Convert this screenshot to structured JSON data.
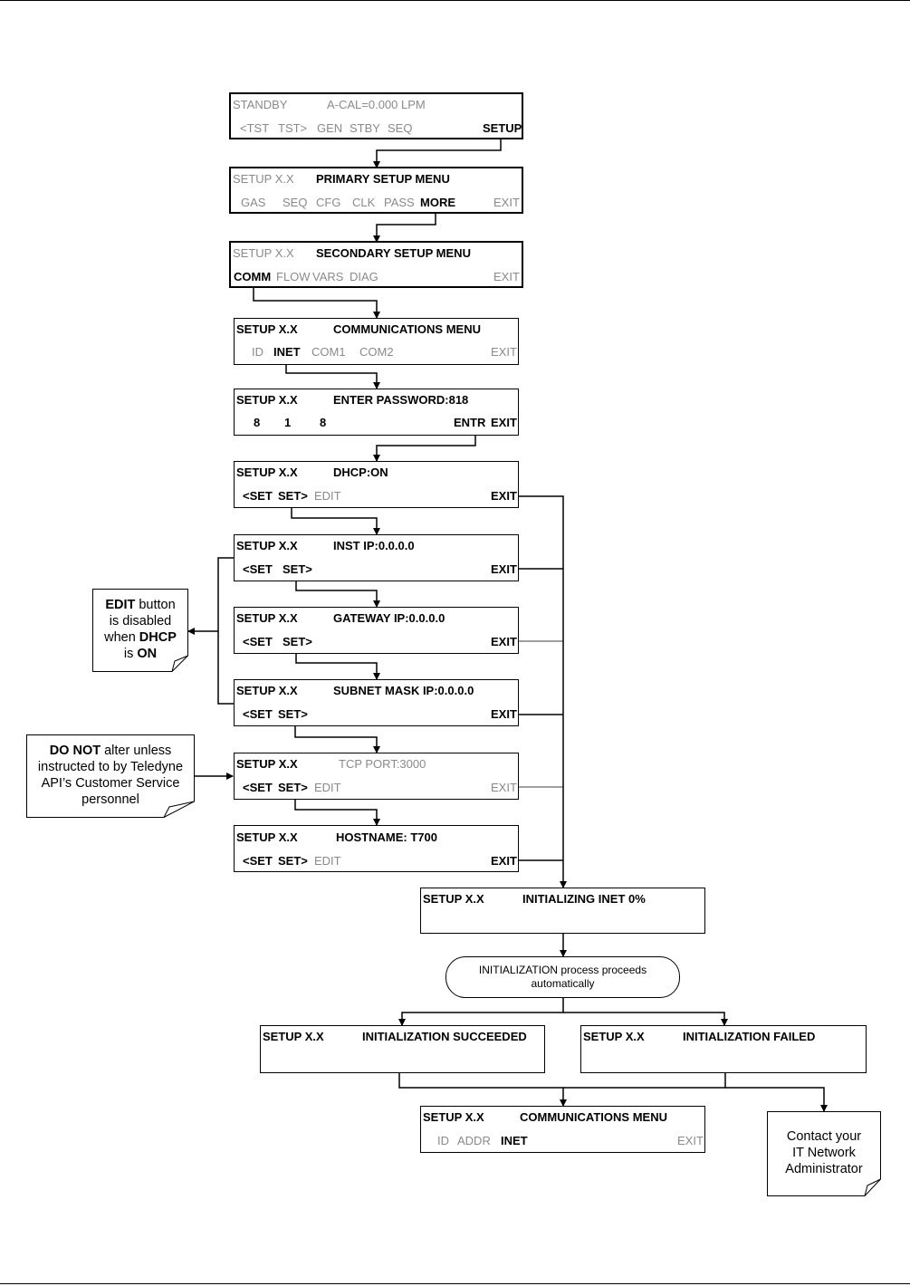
{
  "screens": {
    "standby": {
      "status": "STANDBY",
      "reading": "A-CAL=0.000 LPM",
      "tst_prev": "<TST",
      "tst_next": "TST>",
      "gen": "GEN",
      "stby": "STBY",
      "seq": "SEQ",
      "setup": "SETUP"
    },
    "primary": {
      "mode": "SETUP X.X",
      "title": "PRIMARY SETUP MENU",
      "gas": "GAS",
      "seq": "SEQ",
      "cfg": "CFG",
      "clk": "CLK",
      "pass": "PASS",
      "more": "MORE",
      "exit": "EXIT"
    },
    "secondary": {
      "mode": "SETUP X.X",
      "title": "SECONDARY SETUP MENU",
      "comm": "COMM",
      "flow": "FLOW",
      "vars": "VARS",
      "diag": "DIAG",
      "exit": "EXIT"
    },
    "comm": {
      "mode": "SETUP X.X",
      "title": "COMMUNICATIONS MENU",
      "id": "ID",
      "inet": "INET",
      "com1": "COM1",
      "com2": "COM2",
      "exit": "EXIT"
    },
    "password": {
      "mode": "SETUP X.X",
      "title": "ENTER PASSWORD:818",
      "d1": "8",
      "d2": "1",
      "d3": "8",
      "entr": "ENTR",
      "exit": "EXIT"
    },
    "dhcp": {
      "mode": "SETUP X.X",
      "title": "DHCP:ON",
      "set_prev": "<SET",
      "set_next": "SET>",
      "edit": "EDIT",
      "exit": "EXIT"
    },
    "instip": {
      "mode": "SETUP X.X",
      "title": "INST IP:0.0.0.0",
      "set_prev": "<SET",
      "set_next": "SET>",
      "exit": "EXIT"
    },
    "gateway": {
      "mode": "SETUP X.X",
      "title": "GATEWAY IP:0.0.0.0",
      "set_prev": "<SET",
      "set_next": "SET>",
      "exit": "EXIT"
    },
    "subnet": {
      "mode": "SETUP X.X",
      "title": "SUBNET MASK IP:0.0.0.0",
      "set_prev": "<SET",
      "set_next": "SET>",
      "exit": "EXIT"
    },
    "tcpport": {
      "mode": "SETUP X.X",
      "title": "TCP PORT:3000",
      "set_prev": "<SET",
      "set_next": "SET>",
      "edit": "EDIT",
      "exit": "EXIT"
    },
    "hostname": {
      "mode": "SETUP X.X",
      "title": "HOSTNAME: T700",
      "set_prev": "<SET",
      "set_next": "SET>",
      "edit": "EDIT",
      "exit": "EXIT"
    },
    "initializing": {
      "mode": "SETUP X.X",
      "title": "INITIALIZING INET  0%"
    },
    "succeeded": {
      "mode": "SETUP X.X",
      "title": "INITIALIZATION SUCCEEDED"
    },
    "failed": {
      "mode": "SETUP X.X",
      "title": "INITIALIZATION FAILED"
    },
    "comm_final": {
      "mode": "SETUP X.X",
      "title": "COMMUNICATIONS MENU",
      "id": "ID",
      "addr": "ADDR",
      "inet": "INET",
      "exit": "EXIT"
    }
  },
  "process_oval": {
    "line1": "INITIALIZATION process proceeds",
    "line2": "automatically"
  },
  "notes": {
    "edit_disabled": {
      "edit": "EDIT",
      "l1": " button",
      "l2": "is disabled",
      "l3a": "when ",
      "dhcp": "DHCP",
      "l4a": "is ",
      "on": "ON"
    },
    "do_not_alter": {
      "donot": "DO NOT",
      "l1": " alter unless",
      "l2": "instructed to by Teledyne",
      "l3": "API’s Customer Service",
      "l4": "personnel"
    },
    "contact": {
      "l1": "Contact your",
      "l2": "IT Network",
      "l3": "Administrator"
    }
  }
}
